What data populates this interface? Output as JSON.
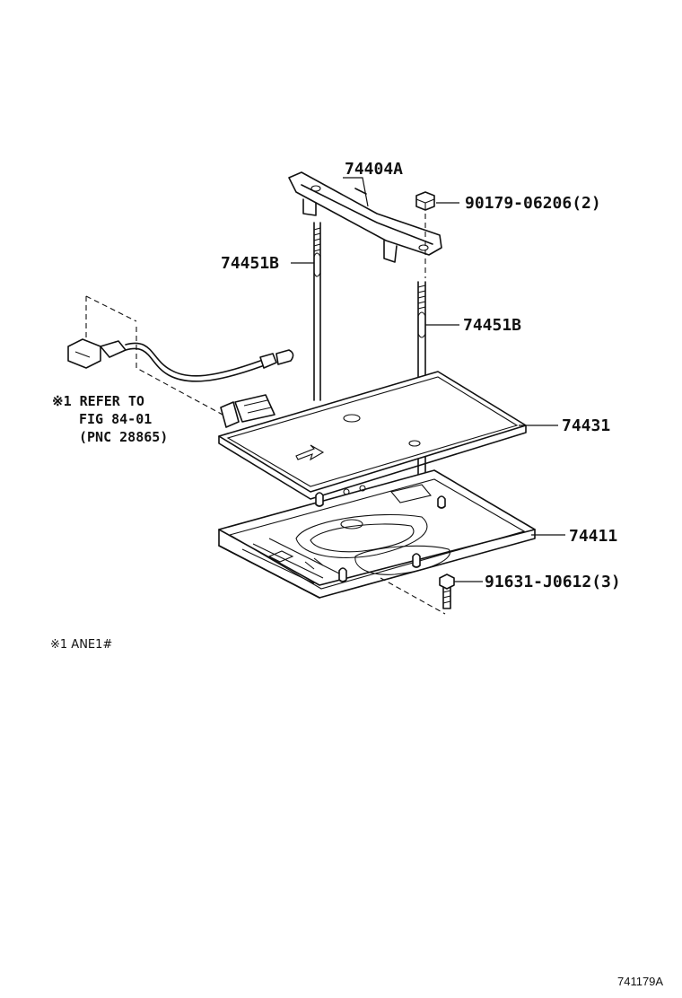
{
  "diagram": {
    "parts": {
      "clamp": "74404A",
      "nut": "90179-06206(2)",
      "rod_left": "74451B",
      "rod_right": "74451B",
      "tray": "74431",
      "carrier": "74411",
      "bolt": "91631-J0612(3)"
    },
    "refer_note": {
      "line1": "※1 REFER TO",
      "line2": "FIG 84-01",
      "line3": "(PNC 28865)"
    },
    "footnote": "※1 ANE1#",
    "figure_id": "741179A"
  }
}
